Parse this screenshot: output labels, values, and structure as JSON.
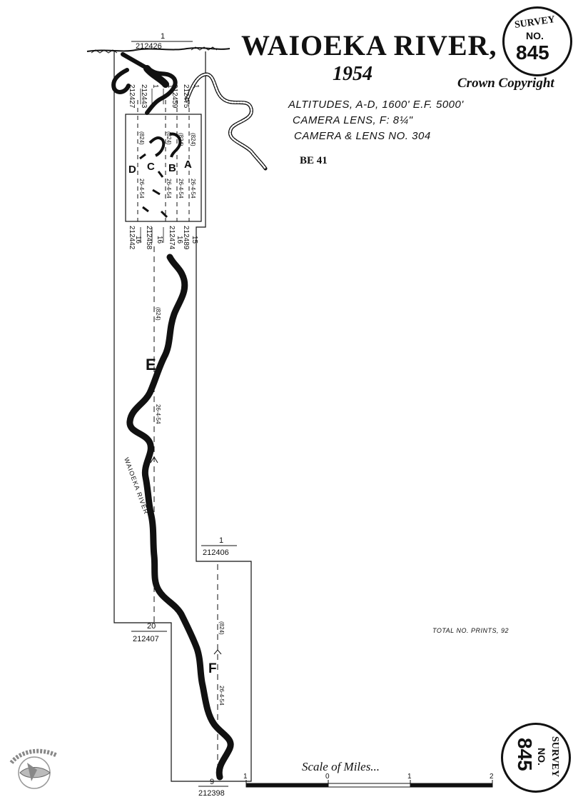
{
  "header": {
    "title": "WAIOEKA RIVER,",
    "year": "1954",
    "copyright": "Crown Copyright",
    "altitudes": "ALTITUDES, A-D, 1600' E.F. 5000'",
    "camera_lens": "CAMERA LENS, F: 8¼\"",
    "camera_lens_no": "CAMERA & LENS NO. 304",
    "be_code": "BE 41"
  },
  "badge": {
    "line1": "SURVEY",
    "line2": "NO.",
    "number": "845"
  },
  "run_labels": [
    "A",
    "B",
    "C",
    "D",
    "E",
    "F"
  ],
  "run_marks": {
    "run_code": "(824)",
    "date_code": "26-4-54"
  },
  "sheet_numbers": {
    "top_mid_frac": "1",
    "top_mid": "212426",
    "top_col_a": "212427",
    "top_col_b": "212443",
    "top_col_c": "212459",
    "top_col_d": "212475",
    "top_col_b_frac": "1",
    "top_col_c_frac": "1",
    "top_col_d_frac": "1",
    "bot_col_a": "212442",
    "bot_col_b": "212458",
    "bot_col_c": "212474",
    "bot_col_d": "212489",
    "bot_col_a_frac": "16",
    "bot_col_b_frac": "16",
    "bot_col_c_frac": "16",
    "bot_col_d_frac": "15",
    "mid_right_frac": "1",
    "mid_right": "212406",
    "mid_left_frac": "20",
    "mid_left": "212407",
    "bottom_frac": "9",
    "bottom": "212398"
  },
  "river_label": "WAIOEKA RIVER",
  "total_prints": "TOTAL NO. PRINTS, 92",
  "scale": {
    "title": "Scale of Miles...",
    "ticks": [
      "1",
      "0",
      "1",
      "2"
    ]
  },
  "logo_text": "N.Z. AERIAL MAPPING LTD.",
  "colors": {
    "ink": "#111111",
    "paper": "#ffffff"
  }
}
